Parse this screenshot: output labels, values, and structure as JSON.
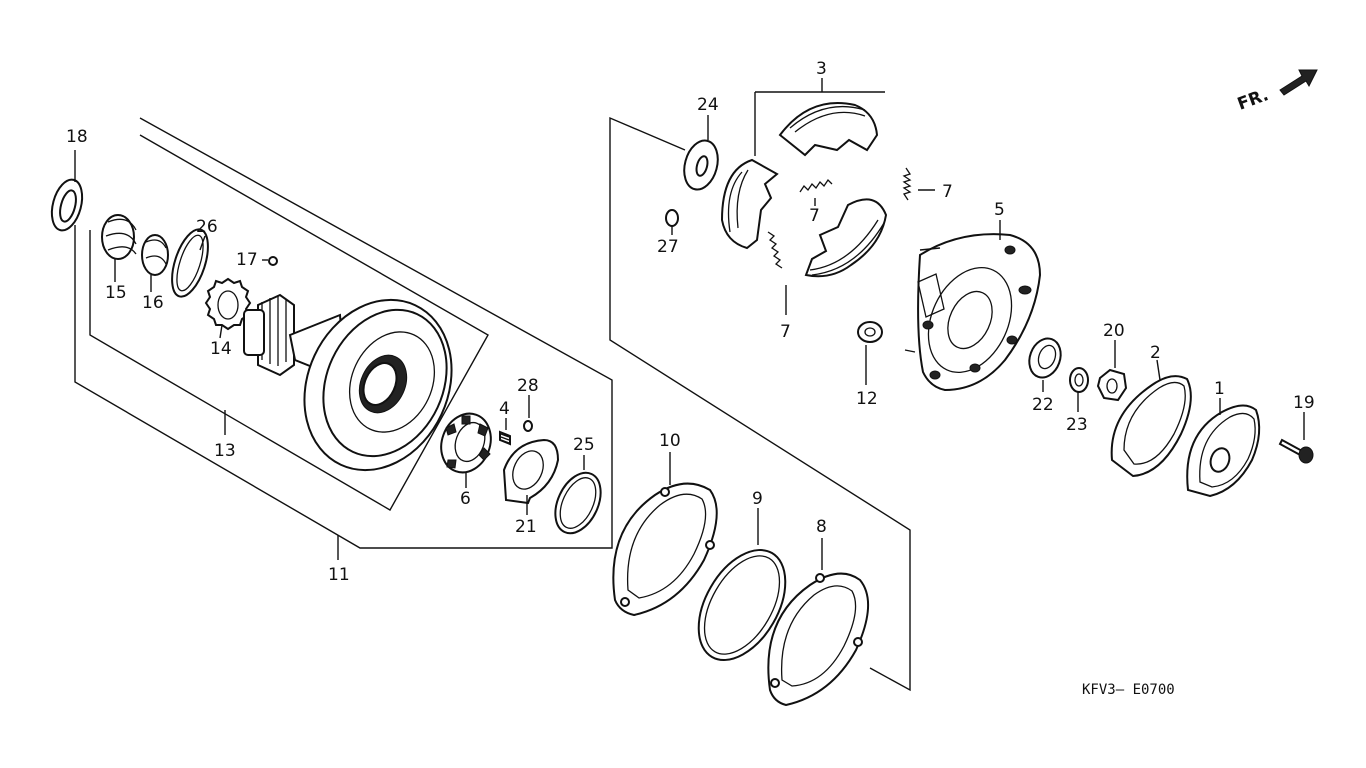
{
  "diagram": {
    "code": "KFV3— E0700",
    "front_marker": "FR.",
    "callouts": [
      "18",
      "15",
      "16",
      "26",
      "17",
      "14",
      "13",
      "11",
      "6",
      "4",
      "28",
      "21",
      "25",
      "24",
      "27",
      "3",
      "7",
      "7",
      "7",
      "7",
      "12",
      "5",
      "22",
      "23",
      "20",
      "2",
      "1",
      "19",
      "10",
      "9",
      "8"
    ]
  }
}
